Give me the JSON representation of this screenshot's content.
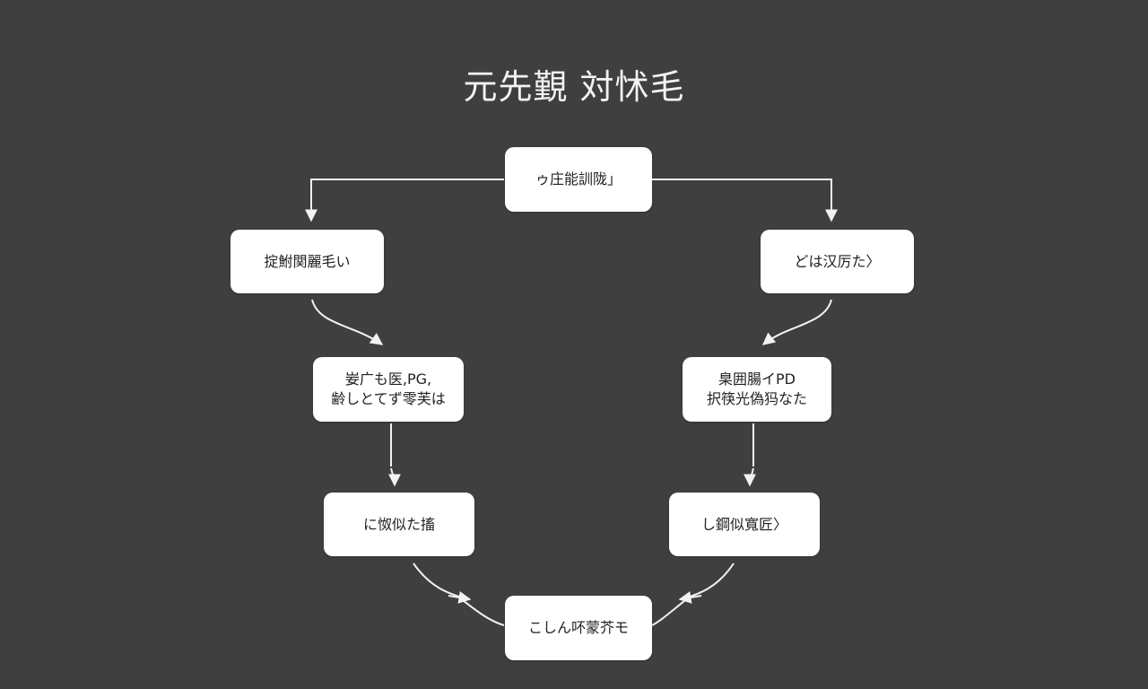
{
  "title": "元先覲 対怵毛",
  "nodes": {
    "top": {
      "lines": [
        "ゥ庄能訓陇」"
      ]
    },
    "left_upper": {
      "lines": [
        "掟鮒関麗毛い"
      ]
    },
    "right_upper": {
      "lines": [
        "どは汉厉た〉"
      ]
    },
    "left_middle": {
      "lines": [
        "妛广も医,PG,",
        "齢しとてず零芙は"
      ]
    },
    "right_middle": {
      "lines": [
        "臬囲腸イPD",
        "択筷光偽犸なた"
      ]
    },
    "left_lower": {
      "lines": [
        "に怓似た搐"
      ]
    },
    "right_lower": {
      "lines": [
        "し鋼似寬匠〉"
      ]
    },
    "bottom": {
      "lines": [
        "こしん吥蒙芥モ"
      ]
    }
  },
  "colors": {
    "background": "#3f3f3f",
    "node_fill": "#ffffff",
    "connector": "#f2f2f2",
    "title_text": "#f2f2f2"
  }
}
